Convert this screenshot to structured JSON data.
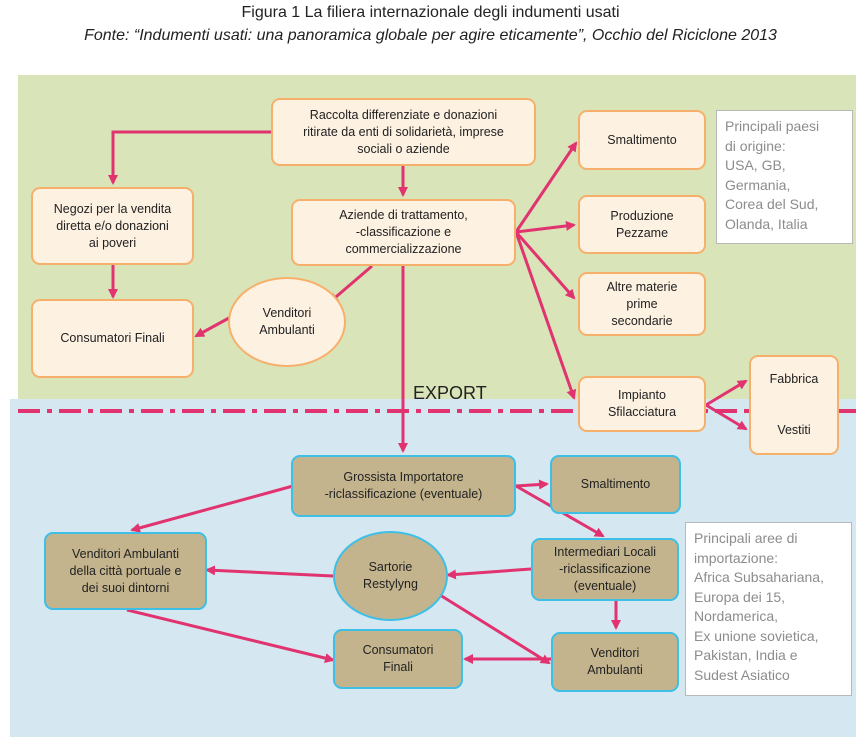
{
  "figure": {
    "title": "Figura 1 La filiera internazionale degli indumenti usati",
    "source": "Fonte: “Indumenti usati: una panoramica globale per agire eticamente”, Occhio del Riciclone 2013"
  },
  "export_label": "EXPORT",
  "nodes": {
    "raccolta": "Raccolta differenziate e donazioni\nritirate da enti di solidarietà, imprese\nsociali o aziende",
    "negozi": "Negozi per la vendita\ndiretta e/o donazioni\nai poveri",
    "aziende": "Aziende di trattamento,\n-classificazione e\ncommercializzazione",
    "consumatori_finali_top": "Consumatori Finali",
    "venditori_ambulanti_top": "Venditori\nAmbulanti",
    "smaltimento_top": "Smaltimento",
    "produzione_pezzame": "Produzione\nPezzame",
    "altre_materie": "Altre materie\nprime\nsecondarie",
    "impianto": "Impianto\nSfilacciatura",
    "fabbrica": "Fabbrica",
    "vestiti": "Vestiti",
    "grossista": "Grossista Importatore\n-riclassificazione (eventuale)",
    "smaltimento_bottom": "Smaltimento",
    "venditori_citta": "Venditori Ambulanti\ndella città portuale e\ndei suoi dintorni",
    "sartorie": "Sartorie\nRestylyng",
    "intermediari": "Intermediari  Locali\n-riclassificazione\n(eventuale)",
    "consumatori_finali_bottom": "Consumatori\nFinali",
    "venditori_ambulanti_bottom": "Venditori\nAmbulanti"
  },
  "info_boxes": {
    "origine": "Principali paesi\ndi origine:\nUSA, GB,\nGermania,\nCorea del Sud,\nOlanda, Italia",
    "importazione": "Principali aree di\nimportazione:\nAfrica Subsahariana,\nEuropa dei 15,\nNordamerica,\nEx unione sovietica,\nPakistan, India e\nSudest Asiatico"
  },
  "colors": {
    "top_region": "#d9e4b8",
    "bottom_region": "#d5e7f0",
    "arrow": "#e0336f",
    "top_box_border": "#f6b06c",
    "top_box_fill": "#fdf1e1",
    "bottom_box_border": "#3dbfe6",
    "bottom_box_fill": "#c4b48e"
  }
}
